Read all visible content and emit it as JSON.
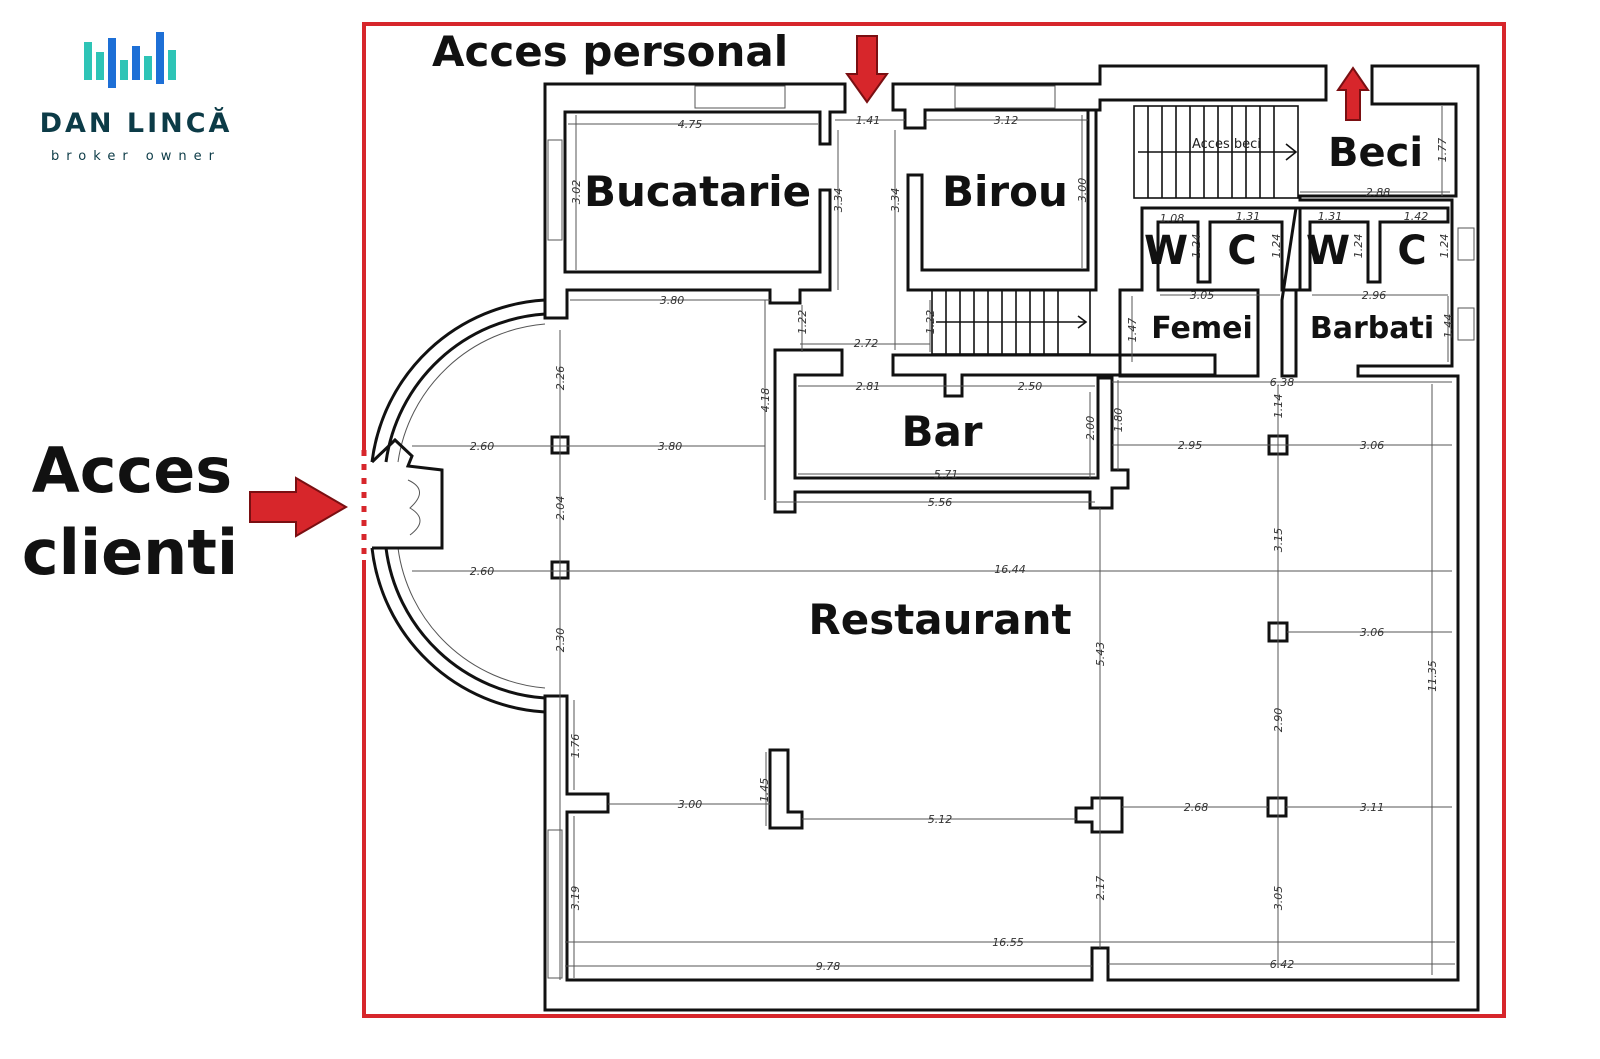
{
  "colors": {
    "accent": "#d7262b",
    "logo_dark": "#0c3b47",
    "logo_teal": "#2ec4b6",
    "logo_blue": "#1d6fd6"
  },
  "logo": {
    "name": "DAN LINCĂ",
    "tagline": "broker owner"
  },
  "labels": {
    "acces_personal": "Acces personal",
    "acces_clienti_1": "Acces",
    "acces_clienti_2": "clienti",
    "bucatarie": "Bucatarie",
    "birou": "Birou",
    "beci": "Beci",
    "acces_beci": "Acces beci",
    "wc_w": "W",
    "wc_c": "C",
    "femei": "Femei",
    "barbati": "Barbati",
    "bar": "Bar",
    "restaurant": "Restaurant"
  },
  "dims": {
    "d475": "4.75",
    "d141": "1.41",
    "d312": "3.12",
    "d302": "3.02",
    "d334a": "3.34",
    "d334b": "3.34",
    "d300a": "3.00",
    "d177": "1.77",
    "d288": "2.88",
    "d108": "1.08",
    "d131a": "1.31",
    "d131b": "1.31",
    "d142": "1.42",
    "d124a": "1.24",
    "d124b": "1.24",
    "d124c": "1.24",
    "d124d": "1.24",
    "d305": "3.05",
    "d296": "2.96",
    "d147": "1.47",
    "d144": "1.44",
    "d380a": "3.80",
    "d122a": "1.22",
    "d272": "2.72",
    "d122b": "1.22",
    "d226": "2.26",
    "d418": "4.18",
    "d281": "2.81",
    "d250": "2.50",
    "d638": "6.38",
    "d114": "1.14",
    "d260a": "2.60",
    "d380b": "3.80",
    "d200": "2.00",
    "d180": "1.80",
    "d295": "2.95",
    "d306a": "3.06",
    "d571": "5.71",
    "d556": "5.56",
    "d204": "2.04",
    "d315": "3.15",
    "d260b": "2.60",
    "d1644": "16.44",
    "d306b": "3.06",
    "d230": "2.30",
    "d543": "5.43",
    "d1135": "11.35",
    "d290": "2.90",
    "d176": "1.76",
    "d145": "1.45",
    "d300b": "3.00",
    "d512": "5.12",
    "d268": "2.68",
    "d311": "3.11",
    "d217": "2.17",
    "d319": "3.19",
    "d305b": "3.05",
    "d1655": "16.55",
    "d978": "9.78",
    "d642": "6.42"
  }
}
